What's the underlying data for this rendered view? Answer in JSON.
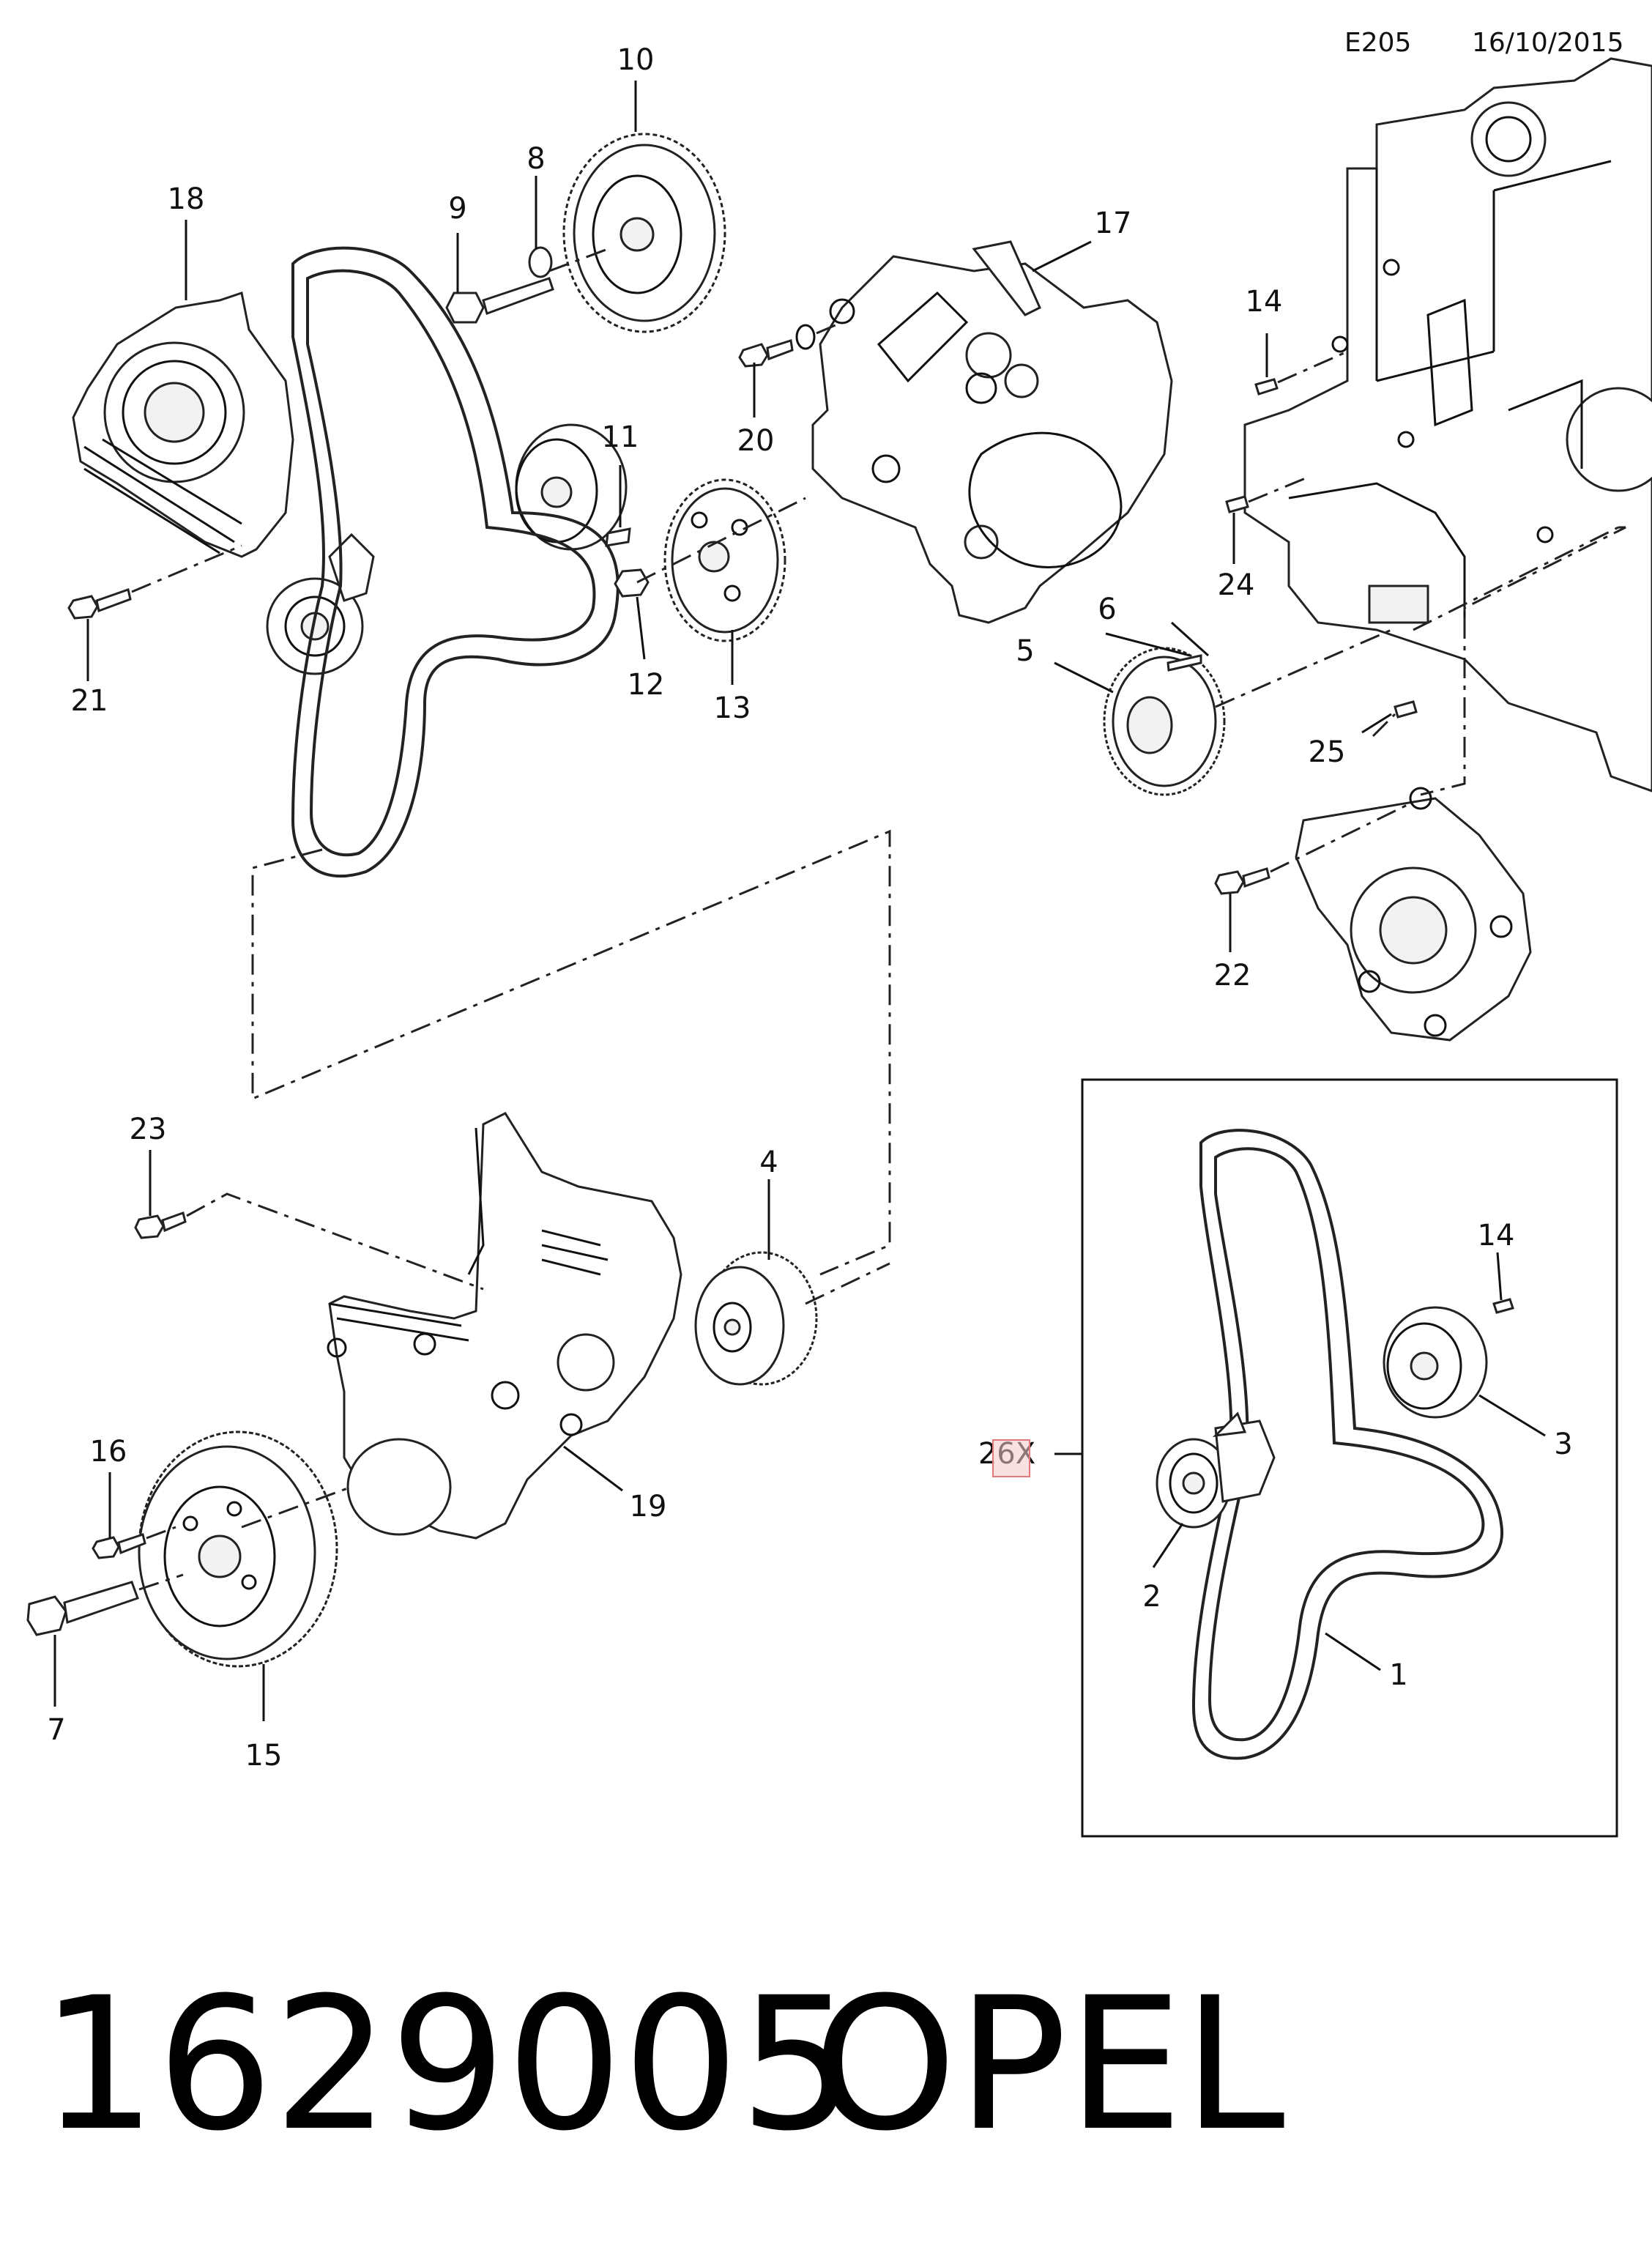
{
  "header": {
    "code": "E205",
    "date": "16/10/2015"
  },
  "callouts": {
    "c1": "1",
    "c2": "2",
    "c3": "3",
    "c4": "4",
    "c5": "5",
    "c6": "6",
    "c7": "7",
    "c8": "8",
    "c9": "9",
    "c10": "10",
    "c11": "11",
    "c12": "12",
    "c13": "13",
    "c14a": "14",
    "c14b": "14",
    "c15": "15",
    "c16": "16",
    "c17": "17",
    "c18": "18",
    "c19": "19",
    "c20": "20",
    "c21": "21",
    "c22": "22",
    "c23": "23",
    "c24": "24",
    "c25": "25",
    "c26": "26X"
  },
  "footer": {
    "part_number": "1629005",
    "brand": "OPEL"
  }
}
